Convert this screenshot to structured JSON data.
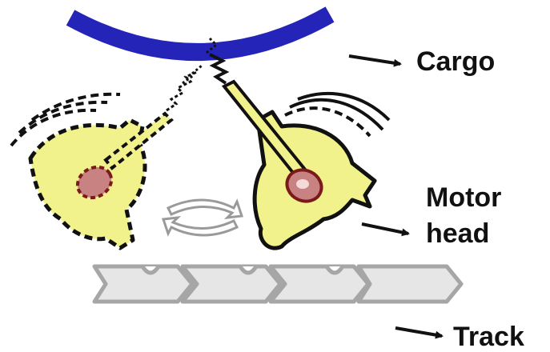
{
  "labels": {
    "cargo": "Cargo",
    "motor_line1": "Motor",
    "motor_line2": "head",
    "track": "Track"
  },
  "colors": {
    "cargo": "#2424b8",
    "motor_fill": "#f2f28c",
    "motor_outline": "#111111",
    "nucleotide_fill": "#c98282",
    "nucleotide_outline": "#7a1a1a",
    "track_fill": "#e6e6e6",
    "track_outline": "#a6a6a6",
    "arrow": "#111111"
  },
  "icons": {
    "rotation": "double-curved-arrow",
    "pointers": "arrow-icon"
  }
}
